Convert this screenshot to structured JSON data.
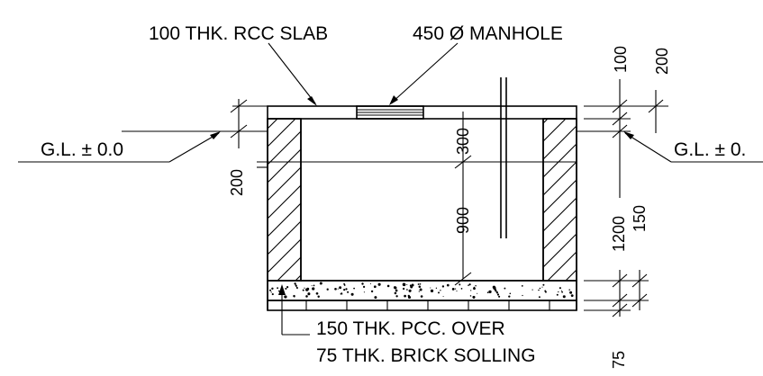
{
  "labels": {
    "slab": "100 THK. RCC SLAB",
    "manhole": "450 Ø MANHOLE",
    "gl_left": "G.L. ± 0.0",
    "gl_right": "G.L. ± 0.",
    "pcc_line1": "150 THK. PCC. OVER",
    "pcc_line2": "75 THK. BRICK SOLLING"
  },
  "dimensions": {
    "d100_top": "100",
    "d200_top": "200",
    "d200_left": "200",
    "d300": "300",
    "d900": "900",
    "d1200": "1200",
    "d150": "150",
    "d75": "75"
  },
  "colors": {
    "ink": "#000000",
    "paper": "#ffffff"
  }
}
